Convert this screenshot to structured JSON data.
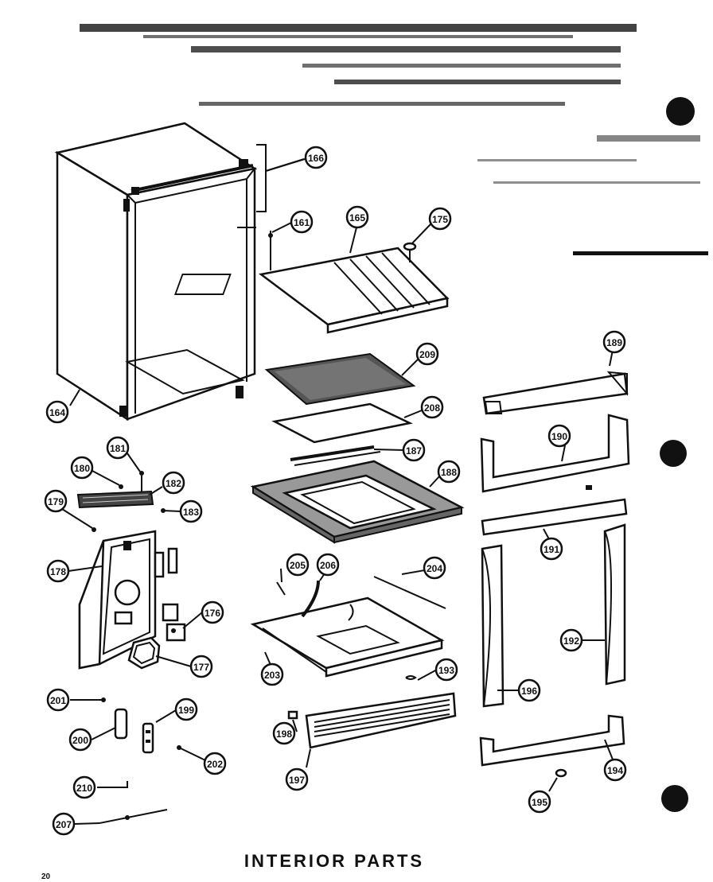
{
  "caption": "INTERIOR PARTS",
  "page_number": "20",
  "callouts": [
    {
      "id": "c166",
      "label": "166"
    },
    {
      "id": "c161a",
      "label": "161"
    },
    {
      "id": "c165",
      "label": "165"
    },
    {
      "id": "c175",
      "label": "175"
    },
    {
      "id": "c164",
      "label": "164"
    },
    {
      "id": "c209",
      "label": "209"
    },
    {
      "id": "c208",
      "label": "208"
    },
    {
      "id": "c189",
      "label": "189"
    },
    {
      "id": "c187",
      "label": "187"
    },
    {
      "id": "c188",
      "label": "188"
    },
    {
      "id": "c190",
      "label": "190"
    },
    {
      "id": "c181",
      "label": "181"
    },
    {
      "id": "c180",
      "label": "180"
    },
    {
      "id": "c182",
      "label": "182"
    },
    {
      "id": "c183",
      "label": "183"
    },
    {
      "id": "c179",
      "label": "179"
    },
    {
      "id": "c191",
      "label": "191"
    },
    {
      "id": "c178",
      "label": "178"
    },
    {
      "id": "c205",
      "label": "205"
    },
    {
      "id": "c206",
      "label": "206"
    },
    {
      "id": "c204",
      "label": "204"
    },
    {
      "id": "c176",
      "label": "176"
    },
    {
      "id": "c192",
      "label": "192"
    },
    {
      "id": "c177",
      "label": "177"
    },
    {
      "id": "c203",
      "label": "203"
    },
    {
      "id": "c193",
      "label": "193"
    },
    {
      "id": "c196",
      "label": "196"
    },
    {
      "id": "c201",
      "label": "201"
    },
    {
      "id": "c199",
      "label": "199"
    },
    {
      "id": "c198",
      "label": "198"
    },
    {
      "id": "c200",
      "label": "200"
    },
    {
      "id": "c202",
      "label": "202"
    },
    {
      "id": "c197",
      "label": "197"
    },
    {
      "id": "c194",
      "label": "194"
    },
    {
      "id": "c210",
      "label": "210"
    },
    {
      "id": "c195",
      "label": "195"
    },
    {
      "id": "c207",
      "label": "207"
    }
  ]
}
